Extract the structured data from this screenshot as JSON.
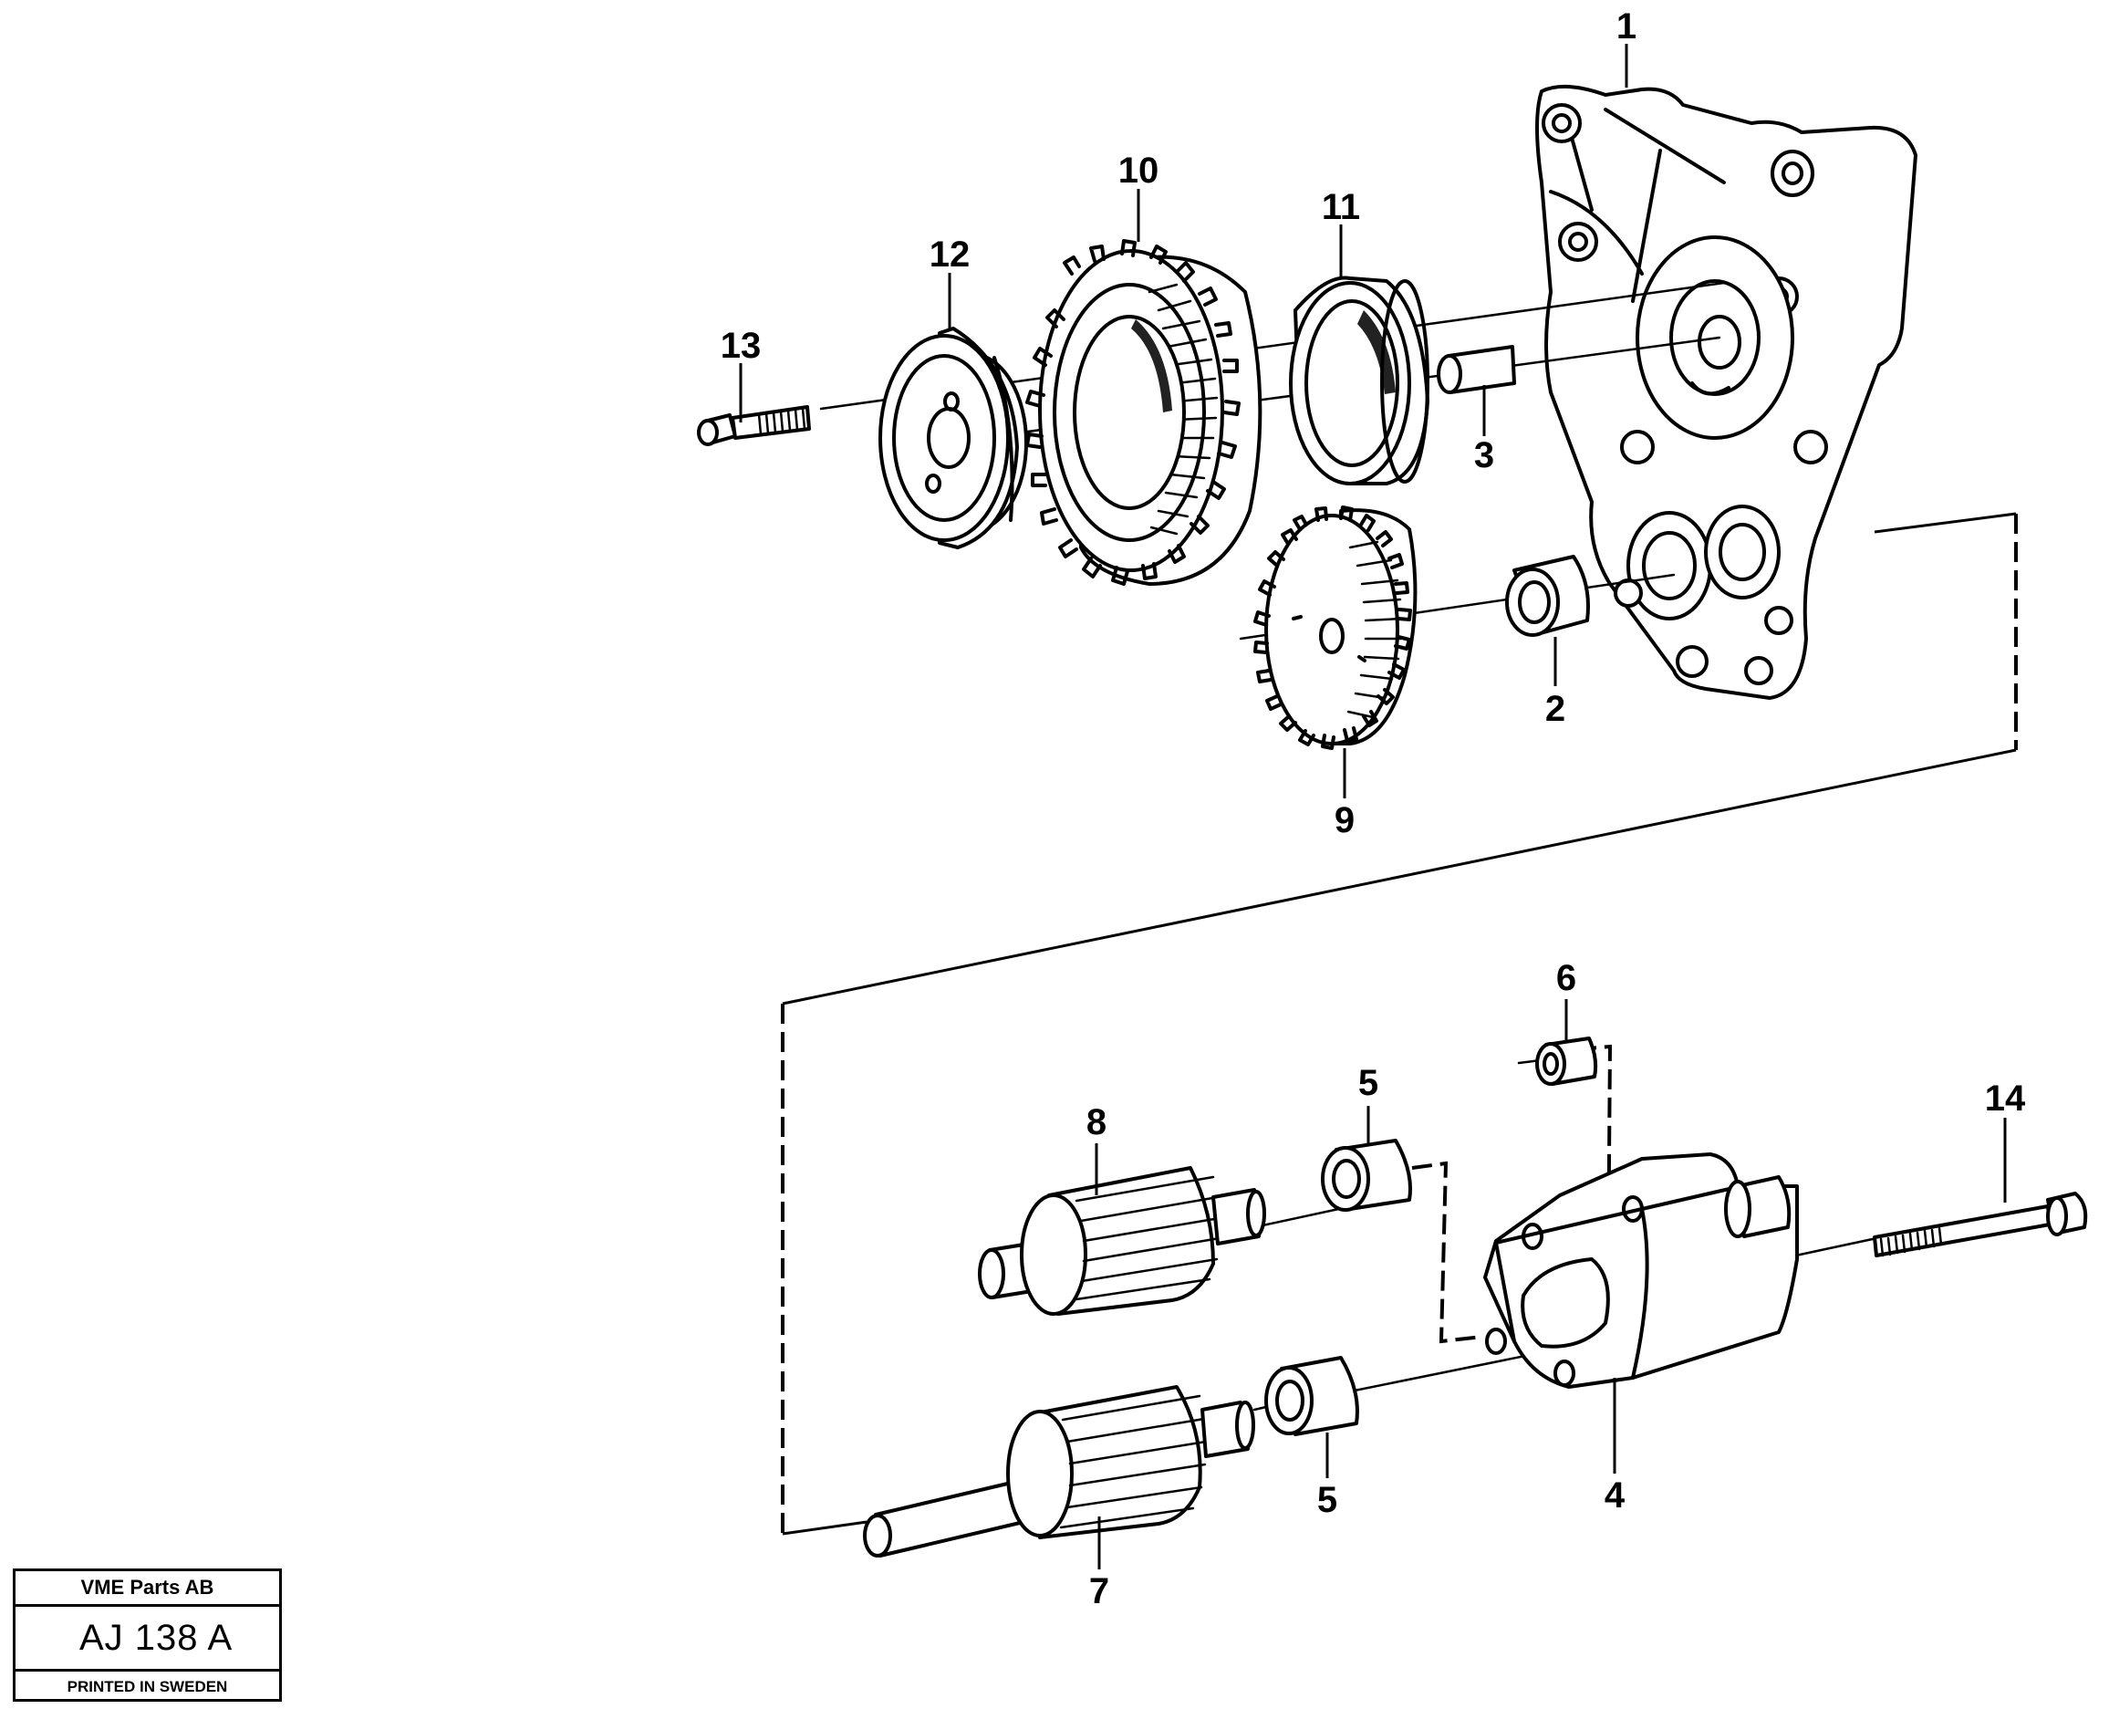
{
  "callouts": [
    "1",
    "2",
    "3",
    "4",
    "5",
    "5",
    "6",
    "7",
    "8",
    "9",
    "10",
    "11",
    "12",
    "13",
    "14"
  ],
  "title_block": {
    "company": "VME Parts AB",
    "reference": "AJ 138 A",
    "printed": "PRINTED IN SWEDEN"
  }
}
